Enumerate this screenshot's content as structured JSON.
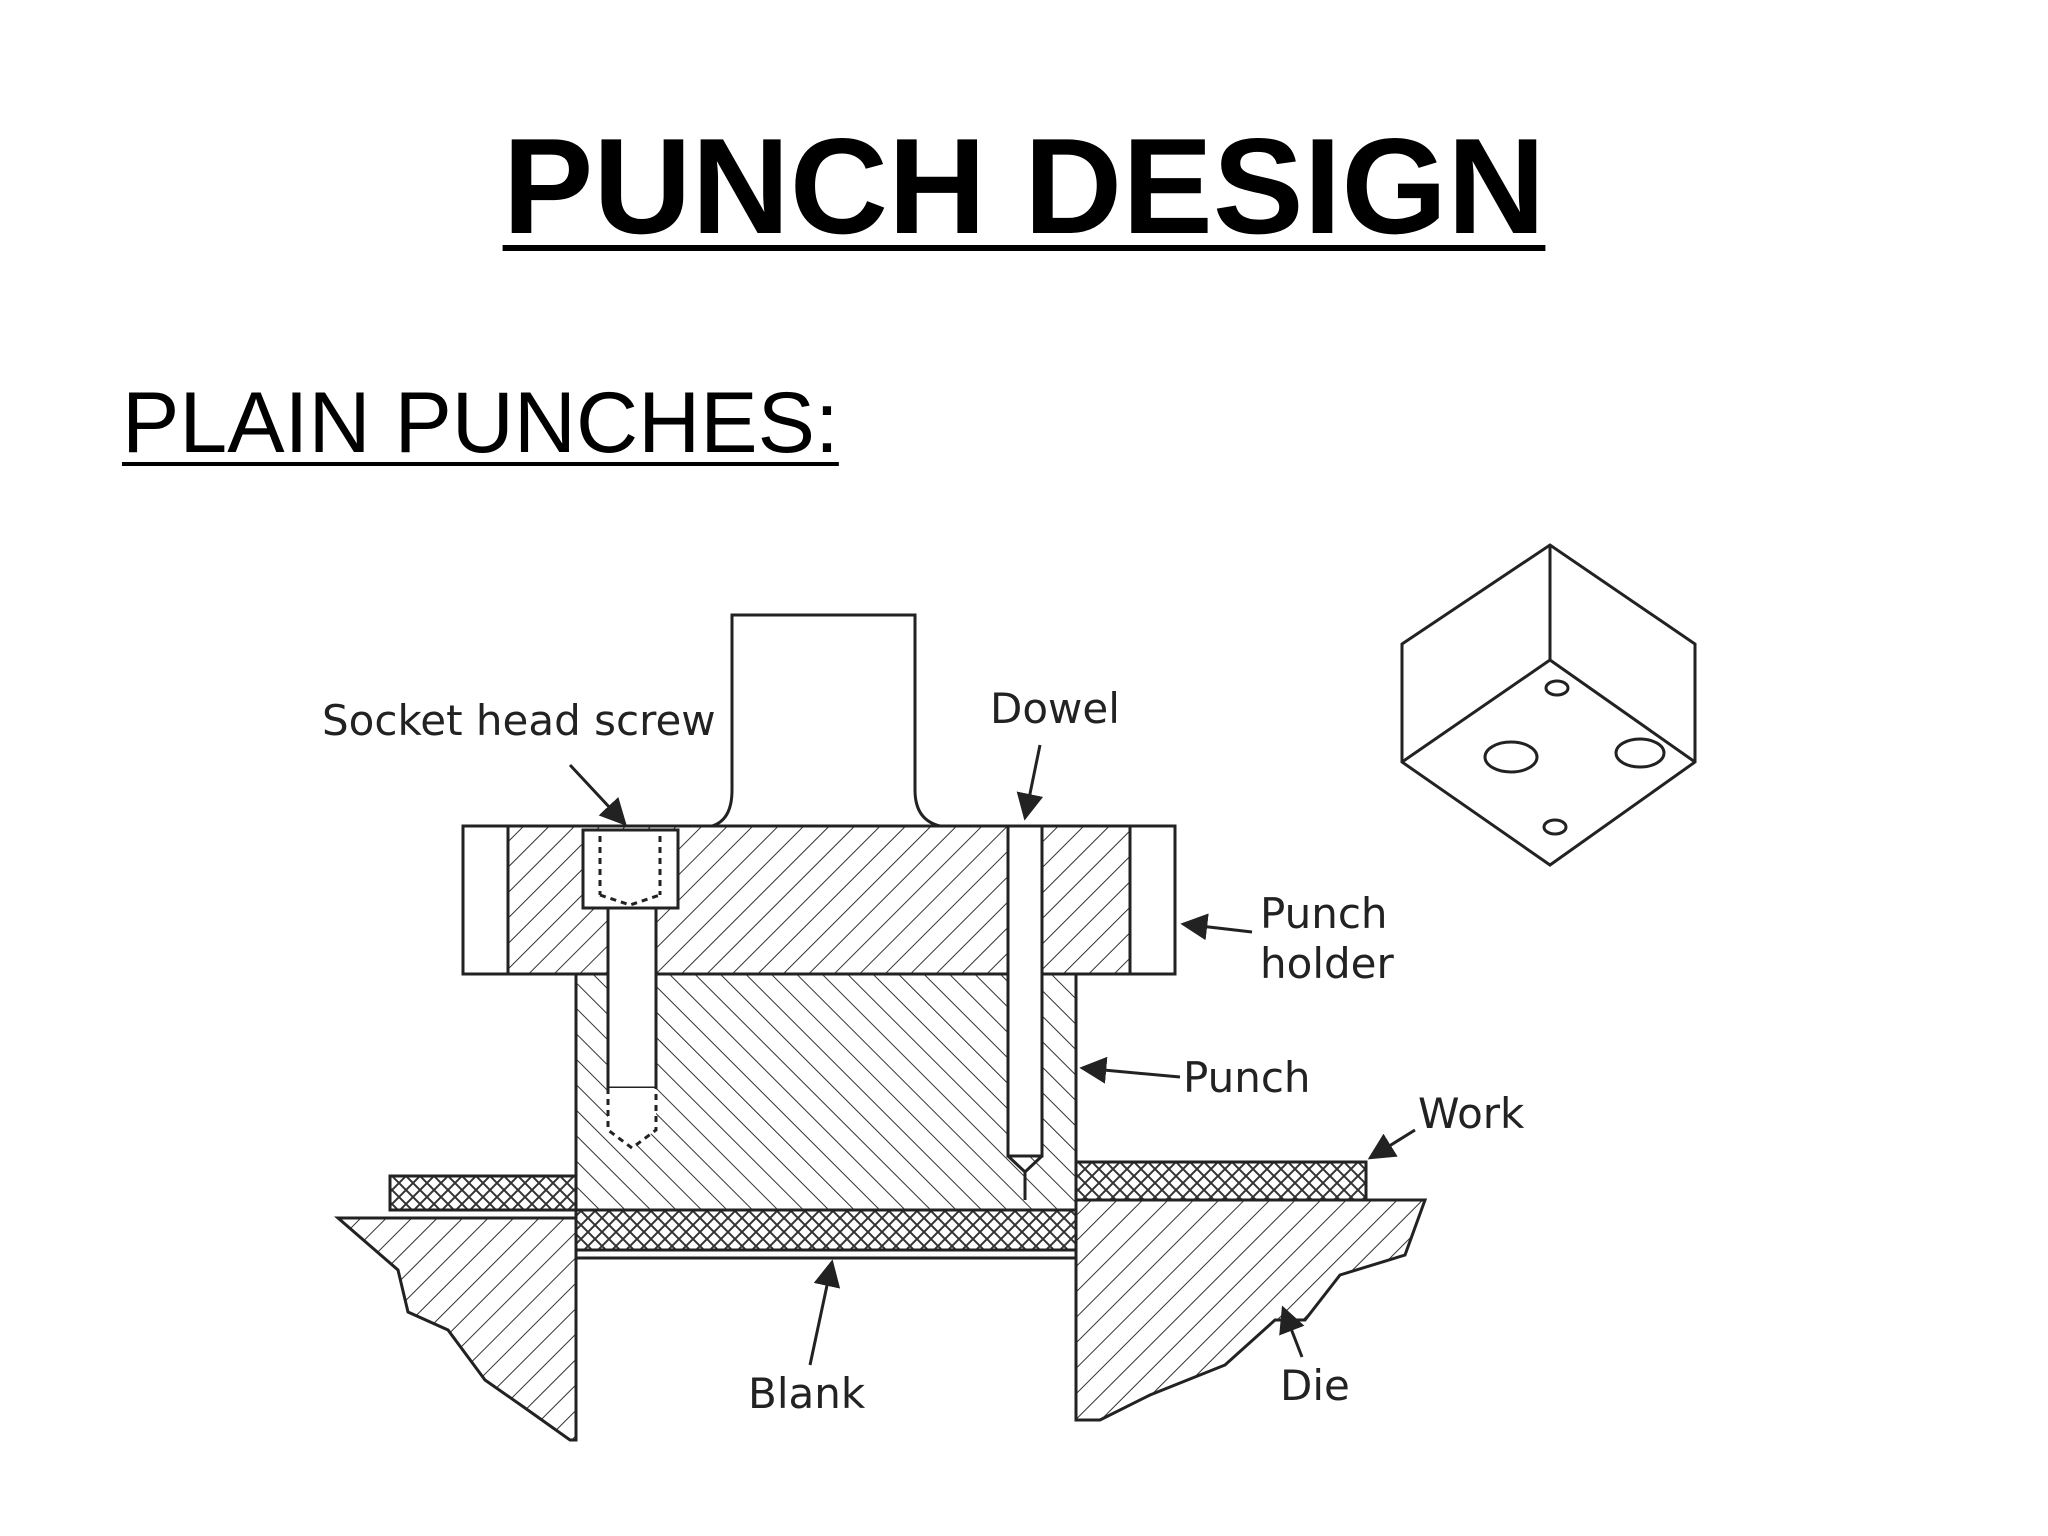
{
  "slide": {
    "title": "PUNCH DESIGN",
    "subtitle": "PLAIN PUNCHES:"
  },
  "diagram": {
    "labels": {
      "socket_head_screw": "Socket head screw",
      "dowel": "Dowel",
      "punch_holder_line1": "Punch",
      "punch_holder_line2": "holder",
      "punch": "Punch",
      "work": "Work",
      "blank": "Blank",
      "die": "Die"
    },
    "colors": {
      "line": "#222222",
      "background": "#ffffff"
    }
  }
}
